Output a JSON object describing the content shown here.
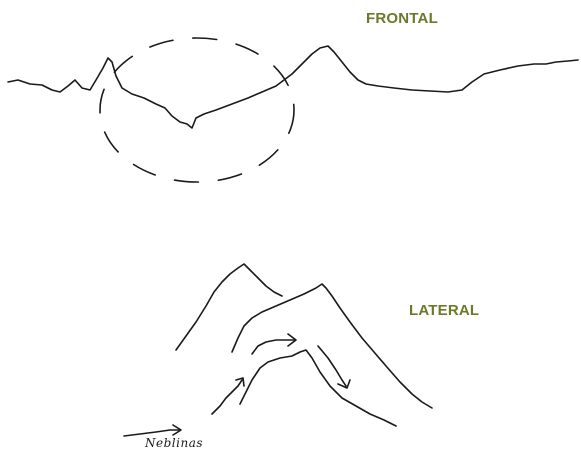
{
  "labels": {
    "frontal": "FRONTAL",
    "lateral": "LATERAL",
    "handwritten": "Neblinas"
  },
  "colors": {
    "label": "#6b7a2a",
    "ink": "#1a1a1a",
    "background": "#ffffff"
  }
}
